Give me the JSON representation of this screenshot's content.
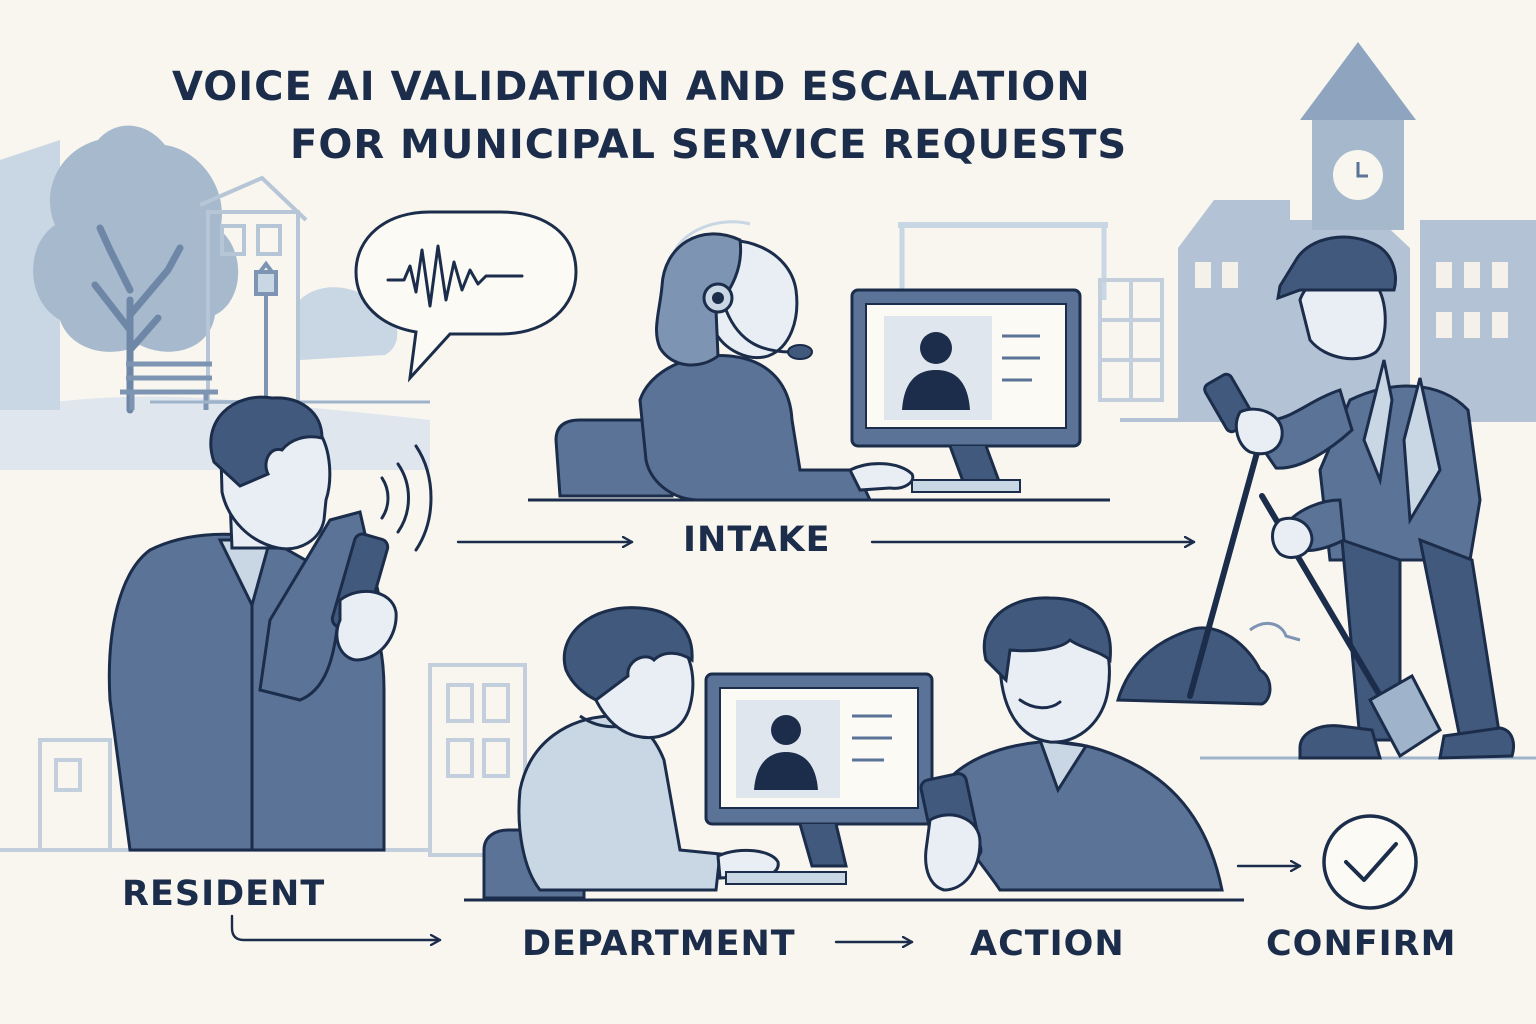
{
  "title": {
    "line1": "VOICE AI VALIDATION AND ESCALATION",
    "line2": "FOR MUNICIPAL SERVICE REQUESTS"
  },
  "steps": {
    "intake": "INTAKE",
    "resident": "RESIDENT",
    "department": "DEPARTMENT",
    "action": "ACTION",
    "confirm": "CONFIRM"
  },
  "colors": {
    "background": "#f8f6ef",
    "ink": "#1b2d4b",
    "primary": "#5a7396",
    "muted": "#9fb4cb",
    "light": "#c9d6e4",
    "skin": "#e9eef4"
  },
  "icons": [
    "speech-bubble-icon",
    "voice-waveform-icon",
    "sound-waves-icon",
    "user-silhouette-icon",
    "checkmark-circle-icon"
  ]
}
